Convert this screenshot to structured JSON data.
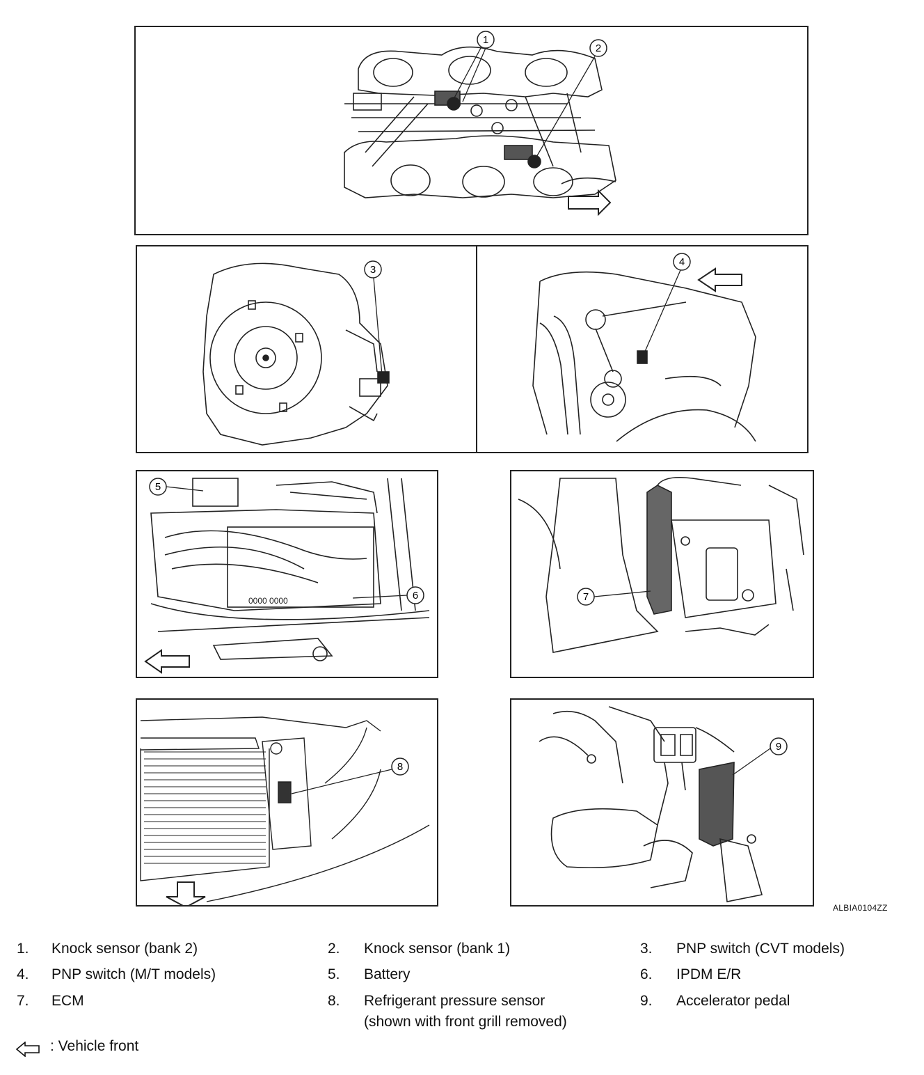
{
  "figure_code": "ALBIA0104ZZ",
  "legend": [
    {
      "num": "1.",
      "text": "Knock sensor (bank 2)"
    },
    {
      "num": "2.",
      "text": "Knock sensor (bank 1)"
    },
    {
      "num": "3.",
      "text": "PNP switch (CVT models)"
    },
    {
      "num": "4.",
      "text": "PNP switch (M/T models)"
    },
    {
      "num": "5.",
      "text": "Battery"
    },
    {
      "num": "6.",
      "text": "IPDM E/R"
    },
    {
      "num": "7.",
      "text": "ECM"
    },
    {
      "num": "8.",
      "text": "Refrigerant pressure sensor"
    },
    {
      "num": "9.",
      "text": "Accelerator pedal"
    }
  ],
  "legend_8_line2": "(shown with front grill removed)",
  "vehicle_front_label": ": Vehicle front",
  "callouts": [
    "1",
    "2",
    "3",
    "4",
    "5",
    "6",
    "7",
    "8",
    "9"
  ],
  "icons": [
    "vehicle-front-arrow-icon"
  ]
}
